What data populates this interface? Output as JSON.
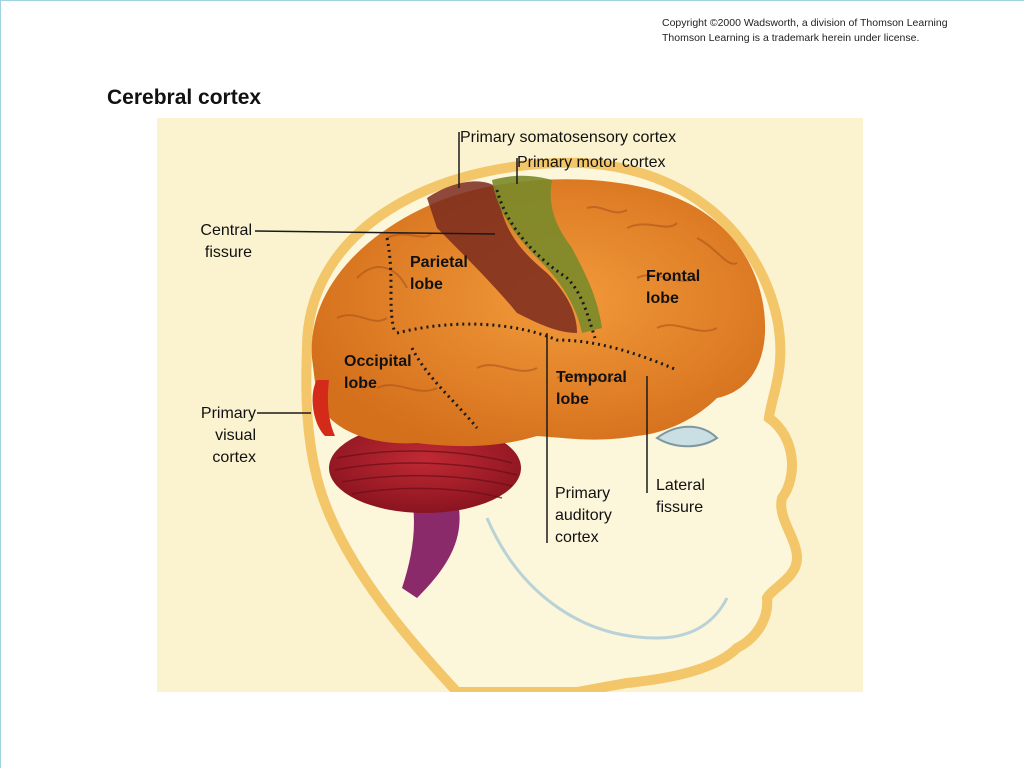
{
  "copyright": {
    "line1": "Copyright ©2000 Wadsworth, a division of Thomson Learning",
    "line2": "Thomson Learning is a trademark herein under license."
  },
  "title": "Cerebral cortex",
  "labels": {
    "primary_somatosensory": "Primary somatosensory cortex",
    "primary_motor": "Primary motor cortex",
    "central_fissure_1": "Central",
    "central_fissure_2": "fissure",
    "parietal_1": "Parietal",
    "parietal_2": "lobe",
    "frontal_1": "Frontal",
    "frontal_2": "lobe",
    "occipital_1": "Occipital",
    "occipital_2": "lobe",
    "temporal_1": "Temporal",
    "temporal_2": "lobe",
    "primary_visual_1": "Primary",
    "primary_visual_2": "visual",
    "primary_visual_3": "cortex",
    "primary_auditory_1": "Primary",
    "primary_auditory_2": "auditory",
    "primary_auditory_3": "cortex",
    "lateral_fissure_1": "Lateral",
    "lateral_fissure_2": "fissure"
  },
  "colors": {
    "background": "#fbf3cf",
    "brain": "#e8892a",
    "somatosensory": "#7a2a1e",
    "motor": "#7a8a2a",
    "cerebellum": "#a8202a",
    "brainstem": "#8a2a6a",
    "visual": "#d42a1a",
    "head_outline": "#f0c05a"
  }
}
